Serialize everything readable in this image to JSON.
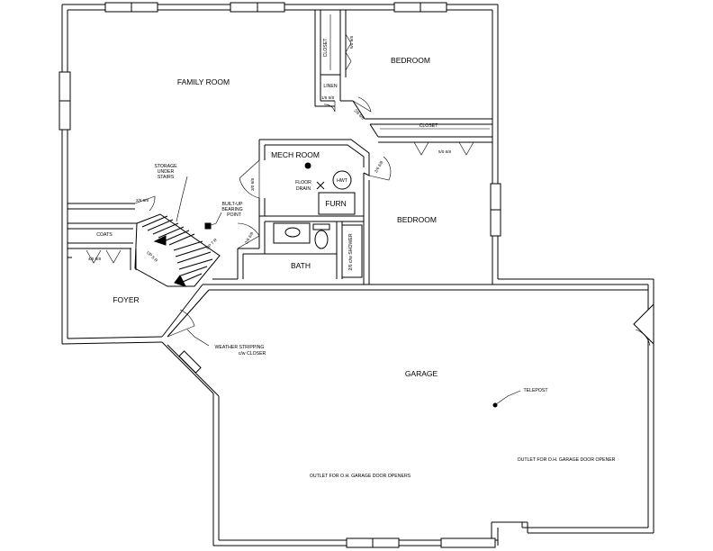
{
  "rooms": {
    "family_room": "FAMILY ROOM",
    "bedroom_top": "BEDROOM",
    "bedroom_right": "BEDROOM",
    "mech_room": "MECH ROOM",
    "bath": "BATH",
    "foyer": "FOYER",
    "garage": "GARAGE",
    "furn": "FURN",
    "hwt": "HWT"
  },
  "labels": {
    "closet_vertical": "CLOSET",
    "closet_right": "CLOSET",
    "linen": "LINEN",
    "coats": "COATS",
    "floor_drain_1": "FLOOR",
    "floor_drain_2": "DRAIN",
    "storage_1": "STORAGE",
    "storage_2": "UNDER",
    "storage_3": "STAIRS",
    "built_up_1": "BUILT-UP",
    "built_up_2": "BEARING",
    "built_up_3": "POINT",
    "weather_1": "WEATHER  STRIPPING",
    "weather_2": "c/w CLOSER",
    "telepost": "TELEPOST",
    "outlet_left": "OUTLET FOR O.H.  GARAGE DOOR OPENERS",
    "outlet_right": "OUTLET FOR O.H. GARAGE DOOR OPENER",
    "shower": "2/6 c/w SHOWER",
    "up_7r": "UP 7 R",
    "up_5r": "UP 5 R"
  },
  "dims": {
    "d_closet_v": "5/0 6/8",
    "d_linen": "1/6 6/8",
    "d_bed_top_door": "2/6 6/8",
    "d_closet_right": "5/0 6/8",
    "d_bed_right_door": "2/6 6/8",
    "d_mech": "3/0 6/8",
    "d_storage": "2/6 6/8",
    "d_bath": "2/6 6/8",
    "d_coats": "4/0 6/8"
  }
}
